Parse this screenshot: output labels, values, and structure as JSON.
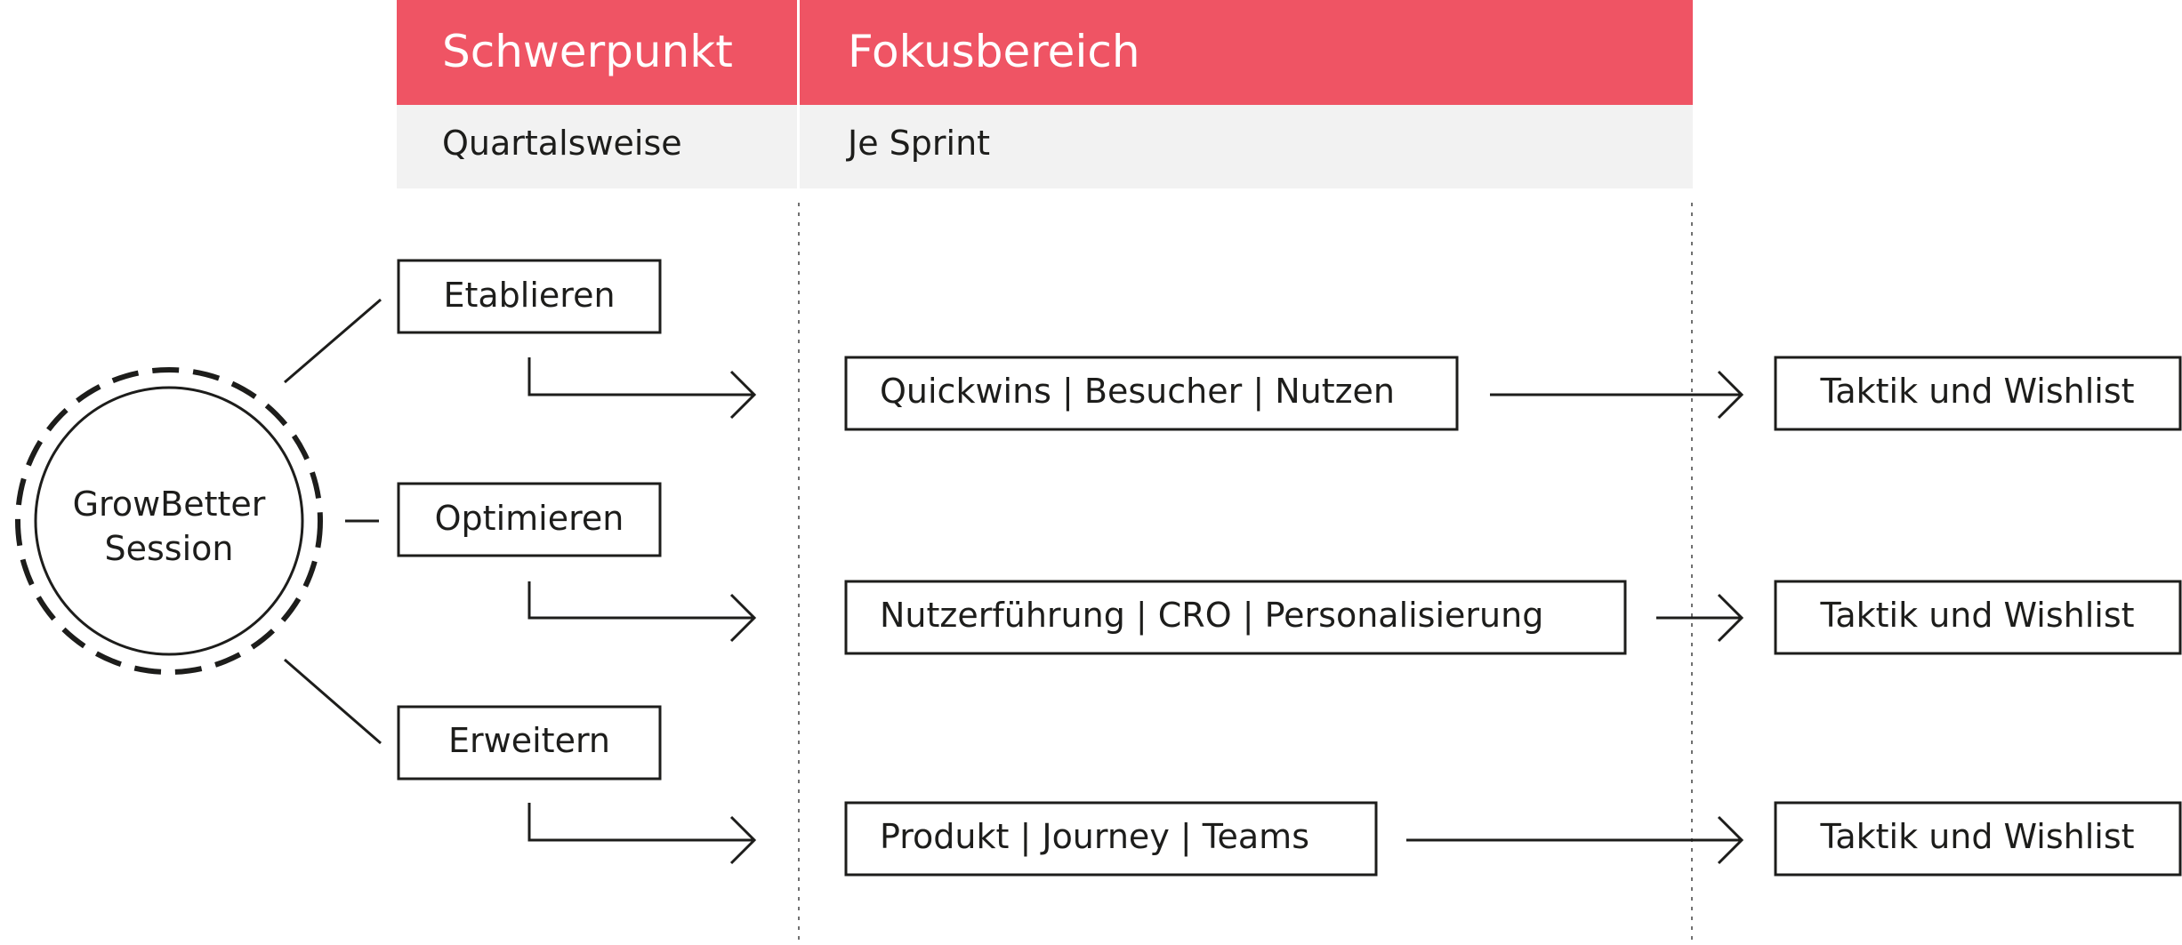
{
  "header": {
    "col1_title": "Schwerpunkt",
    "col2_title": "Fokusbereich",
    "col1_subtitle": "Quartalsweise",
    "col2_subtitle": "Je Sprint",
    "accent_color": "#EF5464",
    "subheader_color": "#F2F2F2"
  },
  "center": {
    "line1": "GrowBetter",
    "line2": "Session"
  },
  "phases": [
    {
      "label": "Etablieren",
      "focus": "Quickwins | Besucher | Nutzen",
      "outcome": "Taktik und Wishlist"
    },
    {
      "label": "Optimieren",
      "focus": "Nutzerführung | CRO | Personalisierung",
      "outcome": "Taktik und Wishlist"
    },
    {
      "label": "Erweitern",
      "focus": "Produkt | Journey | Teams",
      "outcome": "Taktik und Wishlist"
    }
  ]
}
